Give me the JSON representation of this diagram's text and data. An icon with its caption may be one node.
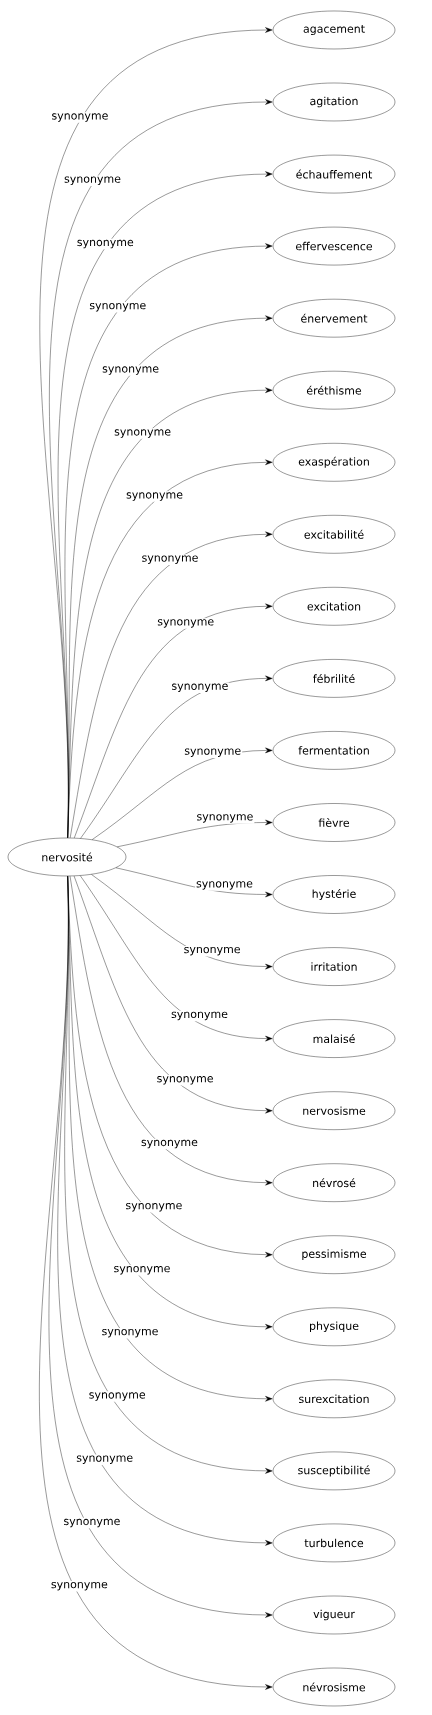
{
  "diagram": {
    "nodes": [
      {
        "text": [
          "nervosité"
        ]
      },
      {
        "text": [
          "agacement"
        ]
      },
      {
        "text": [
          "agitation"
        ]
      },
      {
        "text": [
          "échauffement"
        ]
      },
      {
        "text": [
          "effervescence"
        ]
      },
      {
        "text": [
          "énervement"
        ]
      },
      {
        "text": [
          "éréthisme"
        ]
      },
      {
        "text": [
          "exaspération"
        ]
      },
      {
        "text": [
          "excitabilité"
        ]
      },
      {
        "text": [
          "excitation"
        ]
      },
      {
        "text": [
          "fébrilité"
        ]
      },
      {
        "text": [
          "fermentation"
        ]
      },
      {
        "text": [
          "fièvre"
        ]
      },
      {
        "text": [
          "hystérie"
        ]
      },
      {
        "text": [
          "irritation"
        ]
      },
      {
        "text": [
          "malaisé"
        ]
      },
      {
        "text": [
          "nervosisme"
        ]
      },
      {
        "text": [
          "névrosé"
        ]
      },
      {
        "text": [
          "pessimisme"
        ]
      },
      {
        "text": [
          "physique"
        ]
      },
      {
        "text": [
          "surexcitation"
        ]
      },
      {
        "text": [
          "susceptibilité"
        ]
      },
      {
        "text": [
          "turbulence"
        ]
      },
      {
        "text": [
          "vigueur"
        ]
      },
      {
        "text": [
          "névrosisme"
        ]
      }
    ],
    "edges": [
      {
        "from": 0,
        "to": 1,
        "arrow": "to",
        "label": "synonyme"
      },
      {
        "from": 0,
        "to": 2,
        "arrow": "to",
        "label": "synonyme"
      },
      {
        "from": 0,
        "to": 3,
        "arrow": "to",
        "label": "synonyme"
      },
      {
        "from": 0,
        "to": 4,
        "arrow": "to",
        "label": "synonyme"
      },
      {
        "from": 0,
        "to": 5,
        "arrow": "to",
        "label": "synonyme"
      },
      {
        "from": 0,
        "to": 6,
        "arrow": "to",
        "label": "synonyme"
      },
      {
        "from": 0,
        "to": 7,
        "arrow": "to",
        "label": "synonyme"
      },
      {
        "from": 0,
        "to": 8,
        "arrow": "to",
        "label": "synonyme"
      },
      {
        "from": 0,
        "to": 9,
        "arrow": "to",
        "label": "synonyme"
      },
      {
        "from": 0,
        "to": 10,
        "arrow": "to",
        "label": "synonyme"
      },
      {
        "from": 0,
        "to": 11,
        "arrow": "to",
        "label": "synonyme"
      },
      {
        "from": 0,
        "to": 12,
        "arrow": "to",
        "label": "synonyme"
      },
      {
        "from": 0,
        "to": 13,
        "arrow": "to",
        "label": "synonyme"
      },
      {
        "from": 0,
        "to": 14,
        "arrow": "to",
        "label": "synonyme"
      },
      {
        "from": 0,
        "to": 15,
        "arrow": "to",
        "label": "synonyme"
      },
      {
        "from": 0,
        "to": 16,
        "arrow": "to",
        "label": "synonyme"
      },
      {
        "from": 0,
        "to": 17,
        "arrow": "to",
        "label": "synonyme"
      },
      {
        "from": 0,
        "to": 18,
        "arrow": "to",
        "label": "synonyme"
      },
      {
        "from": 0,
        "to": 19,
        "arrow": "to",
        "label": "synonyme"
      },
      {
        "from": 0,
        "to": 20,
        "arrow": "to",
        "label": "synonyme"
      },
      {
        "from": 0,
        "to": 21,
        "arrow": "to",
        "label": "synonyme"
      },
      {
        "from": 0,
        "to": 22,
        "arrow": "to",
        "label": "synonyme"
      },
      {
        "from": 0,
        "to": 23,
        "arrow": "to",
        "label": "synonyme"
      },
      {
        "from": 0,
        "to": 24,
        "arrow": "to",
        "label": "synonyme"
      }
    ]
  }
}
